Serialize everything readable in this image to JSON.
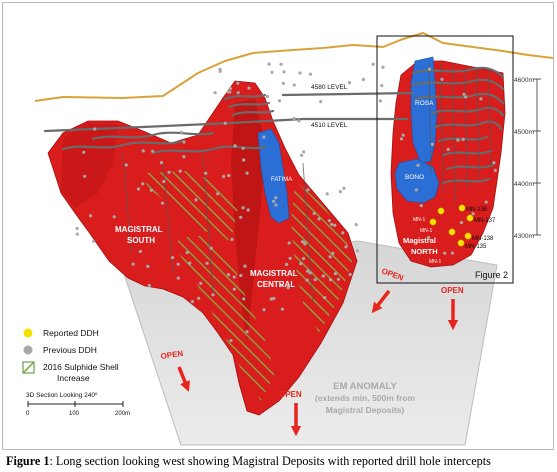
{
  "levels": {
    "level_4580": "4580 LEVEL",
    "level_4510": "4510 LEVEL"
  },
  "deposits": {
    "magistral_south": [
      "MAGISTRAL",
      "SOUTH"
    ],
    "magistral_central": [
      "MAGISTRAL",
      "CENTRAL"
    ],
    "magistral_north": [
      "Magistral",
      "NORTH"
    ],
    "fatima": "FATIMA",
    "rosa": "ROSA",
    "bono": "BONO"
  },
  "drill_holes": [
    "MN-136",
    "MN-137",
    "MN-138",
    "MN-135",
    "MN-1",
    "MN-1",
    "MN-1"
  ],
  "elevations": [
    "4600m",
    "4500m",
    "4400m",
    "4300m"
  ],
  "inset_label": "Figure 2",
  "open_labels": [
    "OPEN",
    "OPEN",
    "OPEN",
    "OPEN"
  ],
  "em_anomaly": [
    "EM ANOMALY",
    "(extends min. 500m from",
    "Magistral Deposits)"
  ],
  "legend": {
    "reported": "Reported DDH",
    "previous": "Previous DDH",
    "shell": [
      "2016 Sulphide Shell",
      "Increase"
    ],
    "section": "3D Section Looking 240º",
    "scale_ticks": [
      "0",
      "100",
      "200m"
    ]
  },
  "caption": {
    "label": "Figure 1",
    "text": ": Long section looking west showing Magistral Deposits with reported drill hole intercepts"
  },
  "colors": {
    "ore": "#d91c1c",
    "ore_dark": "#b01010",
    "blue": "#2b6fd6",
    "topo": "#d9a23a",
    "anomaly": "#cfcfcf",
    "open": "#e8241c",
    "reported": "#f5e000",
    "previous": "#a8a8a8",
    "hatch": "#7fb241"
  }
}
